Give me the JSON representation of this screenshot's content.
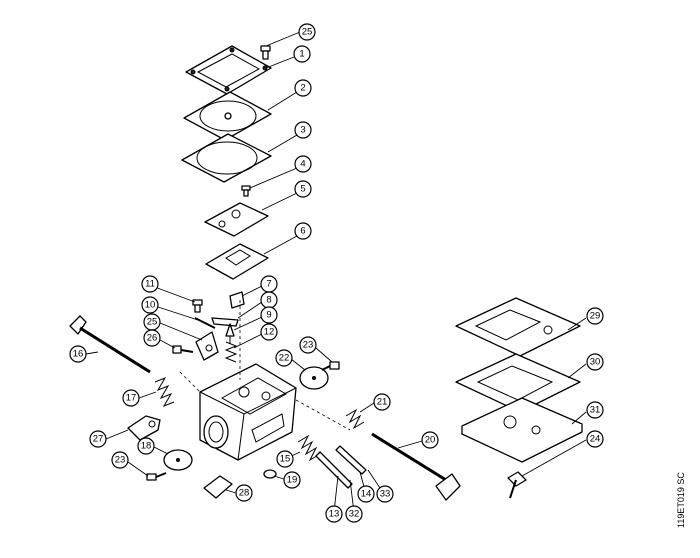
{
  "drawing_code": "119ET019 SC",
  "callouts": [
    {
      "id": "c1",
      "label": "1"
    },
    {
      "id": "c2",
      "label": "2"
    },
    {
      "id": "c3",
      "label": "3"
    },
    {
      "id": "c4",
      "label": "4"
    },
    {
      "id": "c5",
      "label": "5"
    },
    {
      "id": "c6",
      "label": "6"
    },
    {
      "id": "c7",
      "label": "7"
    },
    {
      "id": "c8",
      "label": "8"
    },
    {
      "id": "c9",
      "label": "9"
    },
    {
      "id": "c10",
      "label": "10"
    },
    {
      "id": "c11",
      "label": "11"
    },
    {
      "id": "c12",
      "label": "12"
    },
    {
      "id": "c13",
      "label": "13"
    },
    {
      "id": "c14",
      "label": "14"
    },
    {
      "id": "c15",
      "label": "15"
    },
    {
      "id": "c16",
      "label": "16"
    },
    {
      "id": "c17",
      "label": "17"
    },
    {
      "id": "c18",
      "label": "18"
    },
    {
      "id": "c19",
      "label": "19"
    },
    {
      "id": "c20",
      "label": "20"
    },
    {
      "id": "c21",
      "label": "21"
    },
    {
      "id": "c22",
      "label": "22"
    },
    {
      "id": "c23a",
      "label": "23"
    },
    {
      "id": "c23b",
      "label": "23"
    },
    {
      "id": "c24",
      "label": "24"
    },
    {
      "id": "c25a",
      "label": "25"
    },
    {
      "id": "c25b",
      "label": "25"
    },
    {
      "id": "c26",
      "label": "26"
    },
    {
      "id": "c27",
      "label": "27"
    },
    {
      "id": "c28",
      "label": "28"
    },
    {
      "id": "c29",
      "label": "29"
    },
    {
      "id": "c30",
      "label": "30"
    },
    {
      "id": "c31",
      "label": "31"
    },
    {
      "id": "c32",
      "label": "32"
    },
    {
      "id": "c33",
      "label": "33"
    }
  ]
}
